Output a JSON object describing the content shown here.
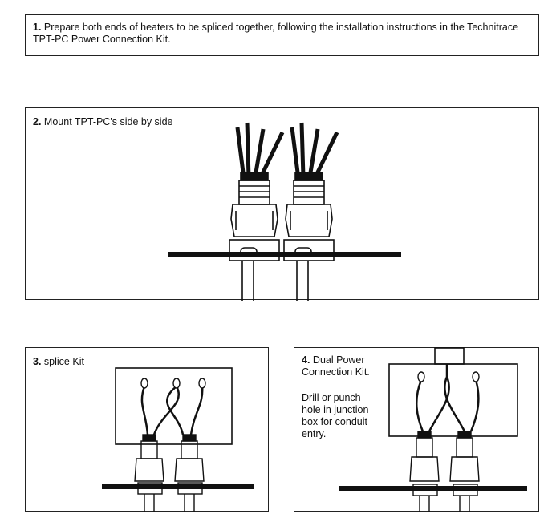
{
  "steps": [
    {
      "number": "1.",
      "text": "Prepare both ends of heaters to be spliced together, following the installation instructions in the Technitrace TPT-PC Power Connection Kit."
    },
    {
      "number": "2.",
      "text": "Mount TPT-PC's side by side"
    },
    {
      "number": "3.",
      "text": "splice Kit"
    },
    {
      "number": "4.",
      "text": "Dual Power Connection Kit.",
      "note": "Drill or punch hole in junction box for conduit entry."
    }
  ]
}
